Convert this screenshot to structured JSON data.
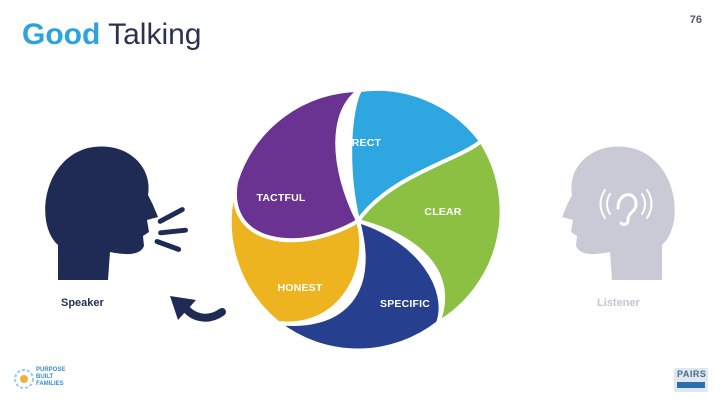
{
  "header": {
    "title_bold": "Good",
    "title_light": "Talking",
    "page_number": "76"
  },
  "speaker": {
    "label": "Speaker",
    "icon": "speaking-head-icon",
    "color": "#1f2b54"
  },
  "listener": {
    "label": "Listener",
    "icon": "listening-head-icon",
    "color": "#cacad6"
  },
  "wheel": {
    "segments": [
      {
        "label": "DIRECT",
        "color": "#2ea7e0"
      },
      {
        "label": "CLEAR",
        "color": "#8cc043"
      },
      {
        "label": "SPECIFIC",
        "color": "#273f8f"
      },
      {
        "label": "HONEST",
        "color": "#edb420"
      },
      {
        "label": "TACTFUL",
        "color": "#6a3391"
      }
    ]
  },
  "arrow": {
    "icon": "curved-arrow-icon",
    "color": "#1f2b54"
  },
  "footer": {
    "left_logo_text": [
      "PURPOSE",
      "BUILT",
      "FAMILIES"
    ],
    "right_logo_text": "PAIRS"
  }
}
